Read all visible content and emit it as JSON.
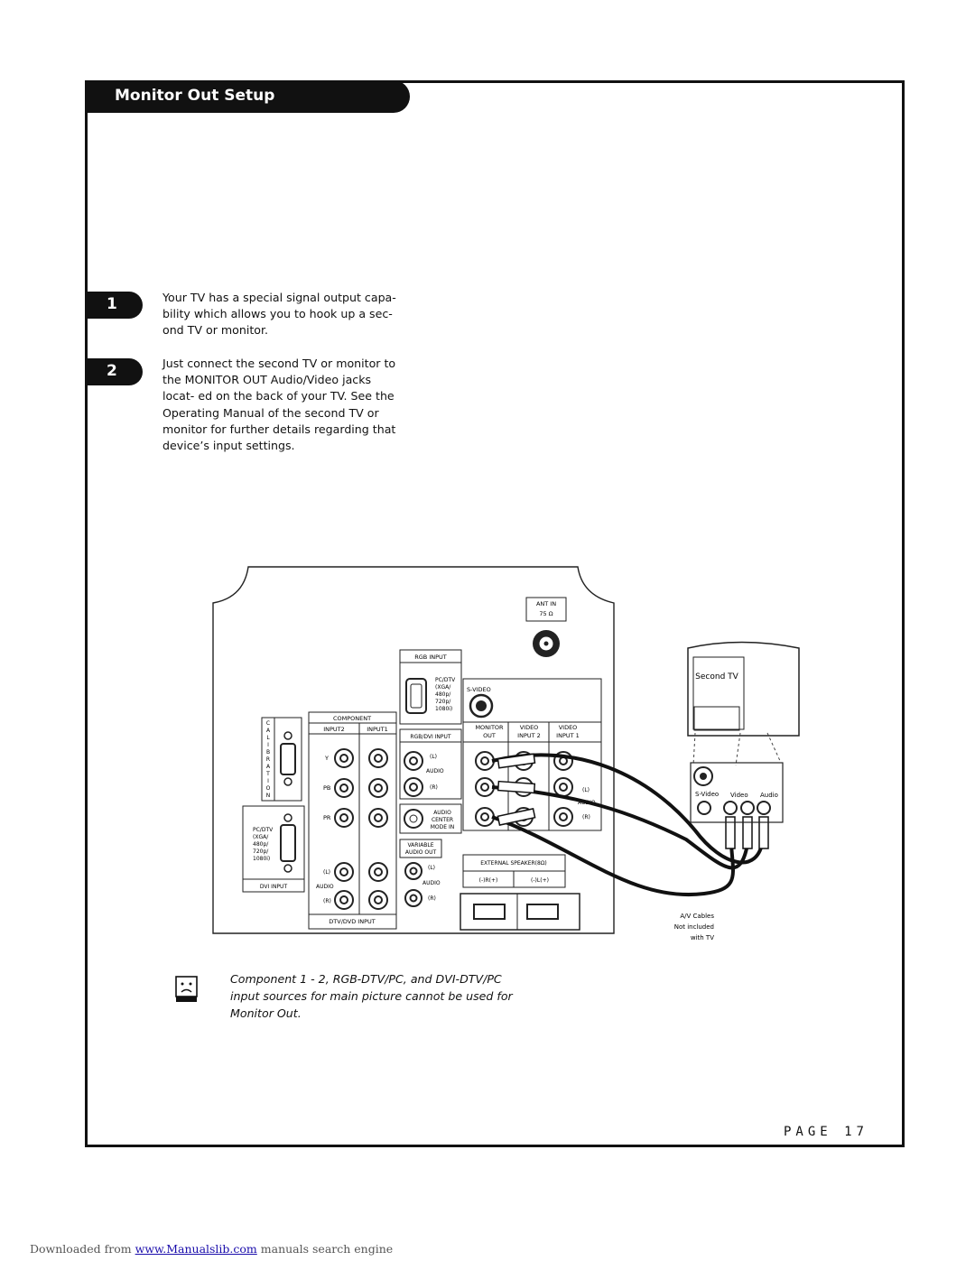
{
  "header": {
    "title": "Monitor Out Setup"
  },
  "steps": [
    {
      "number": "1",
      "text": "Your TV has a special signal output capa- bility which allows you to hook up a sec- ond TV or monitor."
    },
    {
      "number": "2",
      "text": "Just connect the second TV or monitor to the MONITOR OUT Audio/Video jacks locat- ed on the back of your TV. See the Operating Manual of the second TV or monitor for further details regarding that device’s input settings."
    }
  ],
  "diagram": {
    "ant_in": "ANT IN",
    "ant_ohm": "75 Ω",
    "rgb_input": "RGB INPUT",
    "pc_dtv": "PC/DTV",
    "formats": [
      "(XGA/",
      "480p/",
      "720p/",
      "1080i)"
    ],
    "s_video": "S-VIDEO",
    "component": "COMPONENT",
    "input2": "INPUT2",
    "input1": "INPUT1",
    "rgb_dvi_input": "RGB/DVI INPUT",
    "monitor_out": [
      "MONITOR",
      "OUT"
    ],
    "video_input2": [
      "VIDEO",
      "INPUT 2"
    ],
    "video_input1": [
      "VIDEO",
      "INPUT 1"
    ],
    "calibration": [
      "C",
      "A",
      "L",
      "I",
      "B",
      "R",
      "A",
      "T",
      "I",
      "O",
      "N"
    ],
    "y": "Y",
    "pb": "PB",
    "pr": "PR",
    "audio": "AUDIO",
    "l": "(L)",
    "r": "(R)",
    "audio_center": [
      "AUDIO",
      "CENTER",
      "MODE IN"
    ],
    "variable_audio_out": [
      "VARIABLE",
      "AUDIO OUT"
    ],
    "external_speaker": "EXTERNAL SPEAKER(8Ω)",
    "spk_r": "(-)R(+)",
    "spk_l": "(-)L(+)",
    "dvi_input": "DVI INPUT",
    "dtv_dvd_input": "DTV/DVD INPUT",
    "second_tv": "Second TV",
    "st_svideo": "S-Video",
    "st_video": "Video",
    "st_audio": "Audio",
    "cables": [
      "A/V Cables",
      "Not included",
      "with TV"
    ]
  },
  "note": {
    "text": "Component 1 - 2, RGB-DTV/PC, and DVI-DTV/PC input sources for main picture cannot be used for Monitor Out."
  },
  "page": {
    "label": "PAGE 17"
  },
  "footer": {
    "prefix": "Downloaded from",
    "link": "www.Manualslib.com",
    "suffix": "manuals search engine"
  }
}
